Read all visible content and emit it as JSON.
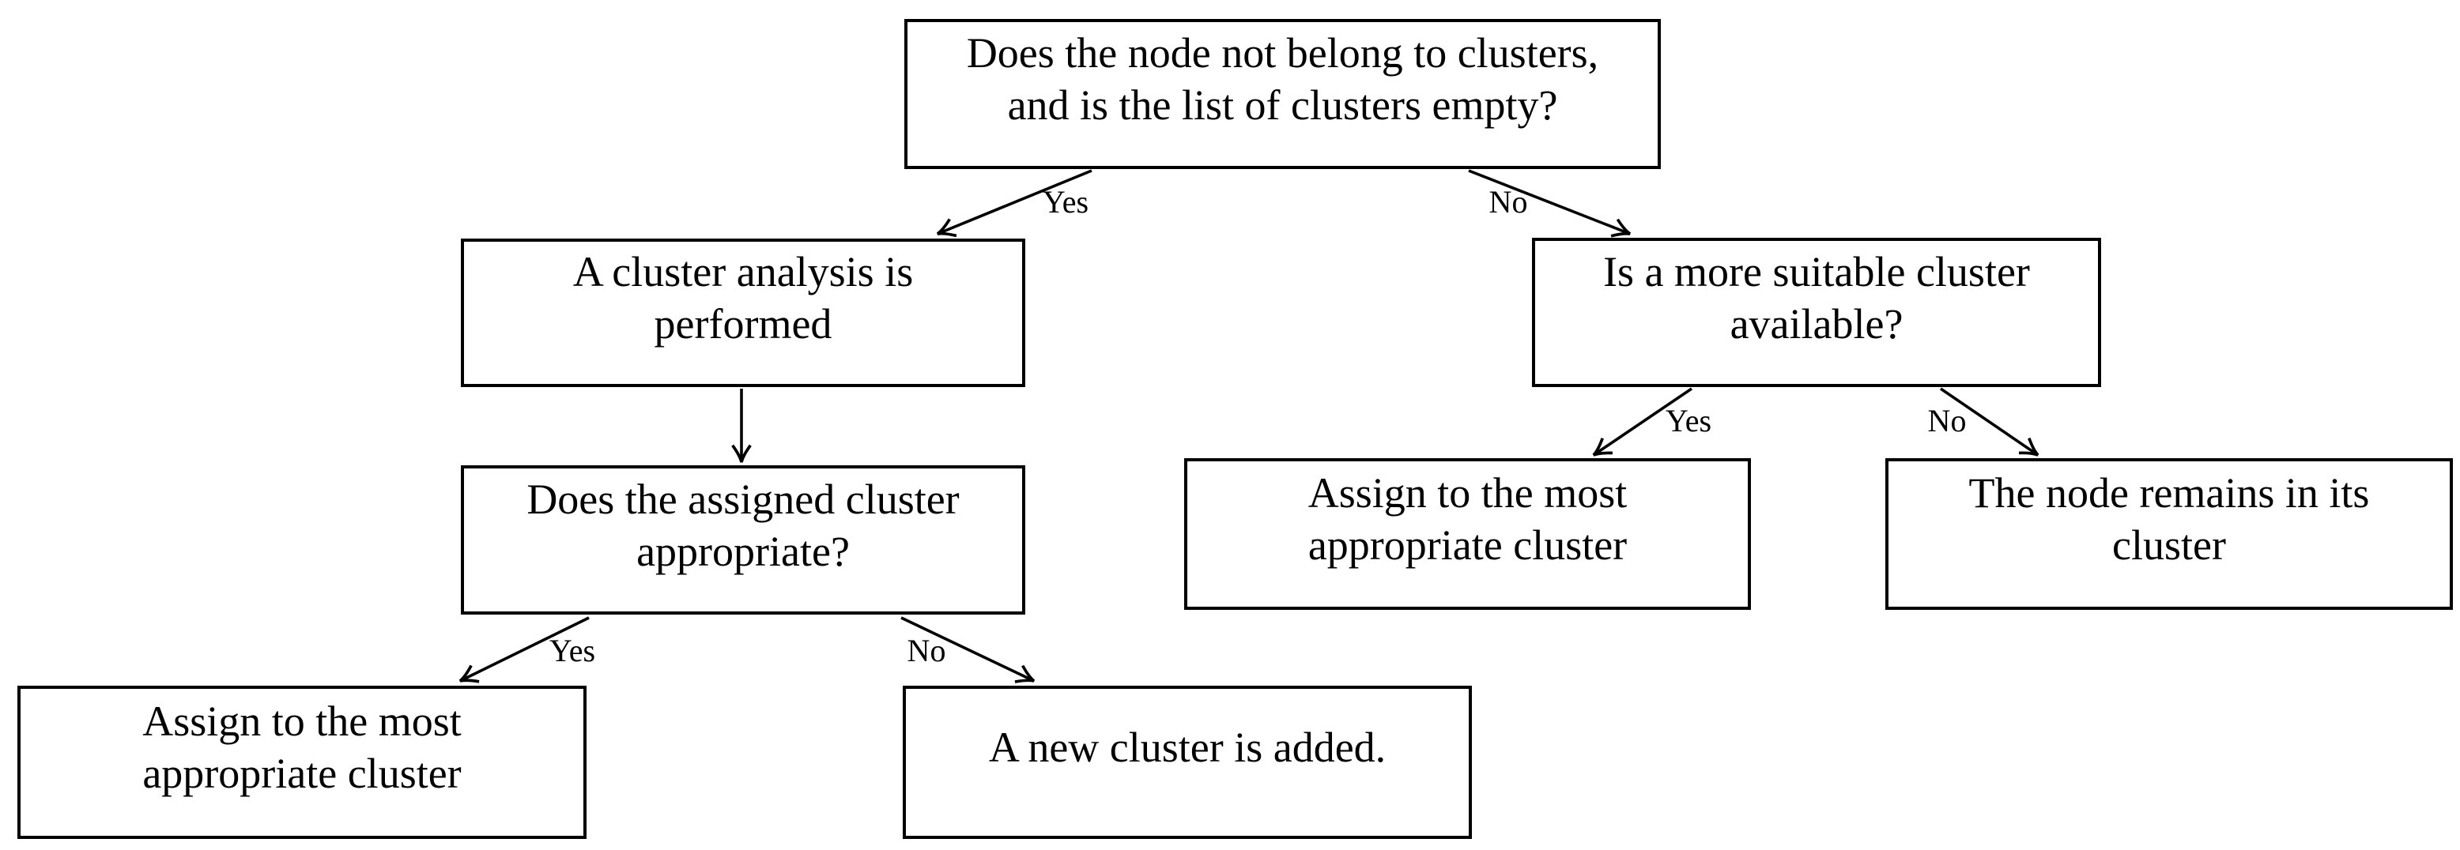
{
  "diagram": {
    "type": "flowchart",
    "colors": {
      "background": "#ffffff",
      "stroke": "#000000",
      "text": "#000000"
    },
    "nodes": {
      "root_question": {
        "lines": [
          "Does the node not belong to clusters,",
          "and is the list of clusters empty?"
        ]
      },
      "cluster_analysis": {
        "lines": [
          "A cluster analysis is",
          "performed"
        ]
      },
      "suitable_question": {
        "lines": [
          "Is a more suitable cluster",
          "available?"
        ]
      },
      "assigned_question": {
        "lines": [
          "Does the assigned cluster",
          "appropriate?"
        ]
      },
      "assign_most_appropriate_mid": {
        "lines": [
          "Assign to the most",
          "appropriate cluster"
        ]
      },
      "node_remains": {
        "lines": [
          "The node remains in its",
          "cluster"
        ]
      },
      "assign_most_appropriate_bottom": {
        "lines": [
          "Assign to the most",
          "appropriate cluster"
        ]
      },
      "new_cluster_added": {
        "lines": [
          "A new cluster is added."
        ]
      }
    },
    "edge_labels": {
      "root_yes": "Yes",
      "root_no": "No",
      "suitable_yes": "Yes",
      "suitable_no": "No",
      "assigned_yes": "Yes",
      "assigned_no": "No"
    }
  }
}
